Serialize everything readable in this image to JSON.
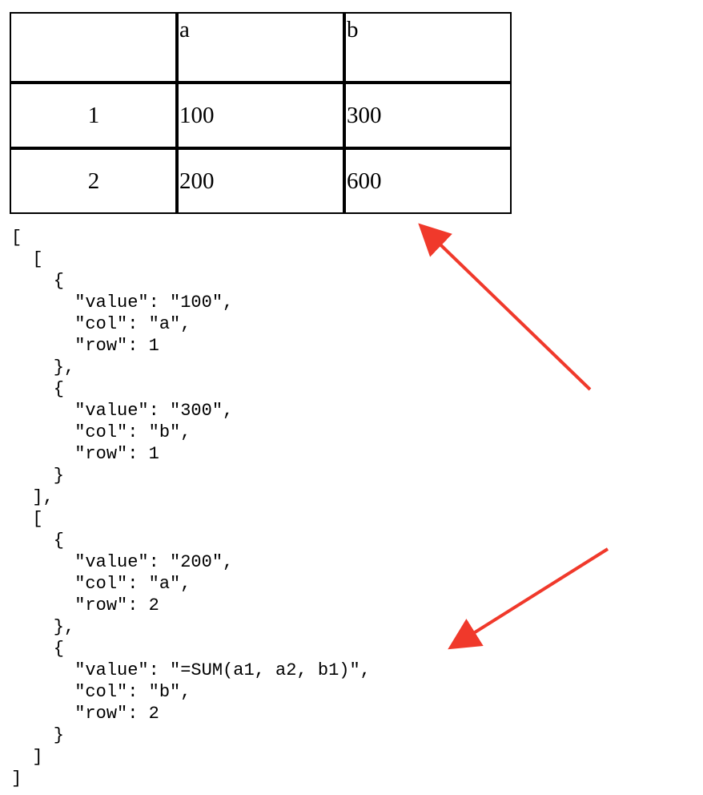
{
  "table": {
    "columns": [
      "",
      "a",
      "b"
    ],
    "rows": [
      [
        "1",
        "100",
        "300"
      ],
      [
        "2",
        "200",
        "600"
      ]
    ]
  },
  "json_text": "[\n  [\n    {\n      \"value\": \"100\",\n      \"col\": \"a\",\n      \"row\": 1\n    },\n    {\n      \"value\": \"300\",\n      \"col\": \"b\",\n      \"row\": 1\n    }\n  ],\n  [\n    {\n      \"value\": \"200\",\n      \"col\": \"a\",\n      \"row\": 2\n    },\n    {\n      \"value\": \"=SUM(a1, a2, b1)\",\n      \"col\": \"b\",\n      \"row\": 2\n    }\n  ]\n]",
  "colors": {
    "arrow": "#f0392b",
    "border": "#000000"
  }
}
